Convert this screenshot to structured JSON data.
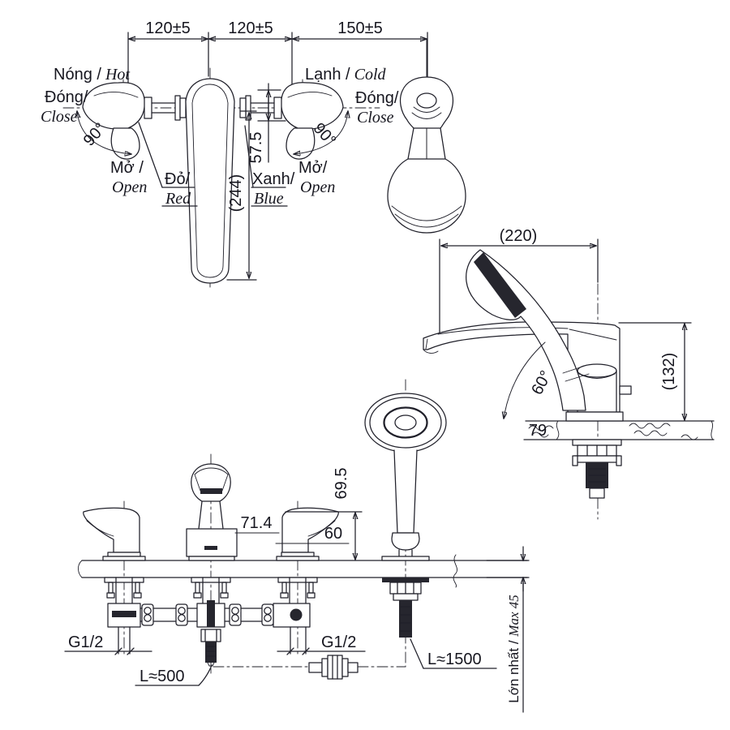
{
  "drawing": {
    "type": "technical-dimension-drawing",
    "subject": "deck-mounted bathtub mixer faucet with hand shower",
    "colors": {
      "line": "#20202a",
      "dark_fill": "#26262e",
      "background": "#ffffff"
    },
    "plan_view": {
      "dim_left": "120±5",
      "dim_mid": "120±5",
      "dim_right": "150±5",
      "hot_vi": "Nóng /",
      "hot_en": "Hot",
      "cold_vi": "Lạnh /",
      "cold_en": "Cold",
      "close_vi": "Đóng/",
      "close_en": "Close",
      "open_left_vi": "Mở /",
      "open_right_vi": "Mở/",
      "open_en": "Open",
      "angle_90": "90°",
      "red_vi": "Đỏ/",
      "red_en": "Red",
      "blue_vi": "Xanh/",
      "blue_en": "Blue",
      "spout_reach": "(244)",
      "handle_offset": "57.5"
    },
    "side_view": {
      "shower_reach": "(220)",
      "shower_height": "(132)",
      "shower_angle": "60°",
      "deck_edge": "79"
    },
    "front_view": {
      "handle_height": "69.5",
      "spout_width": "71.4",
      "handle_width": "60",
      "thread_left": "G1/2",
      "thread_right": "G1/2",
      "hose_short": "L≈500",
      "hose_long": "L≈1500",
      "deck_max_vi": "Lớn nhất / ",
      "deck_max_en": "Max 45"
    }
  }
}
